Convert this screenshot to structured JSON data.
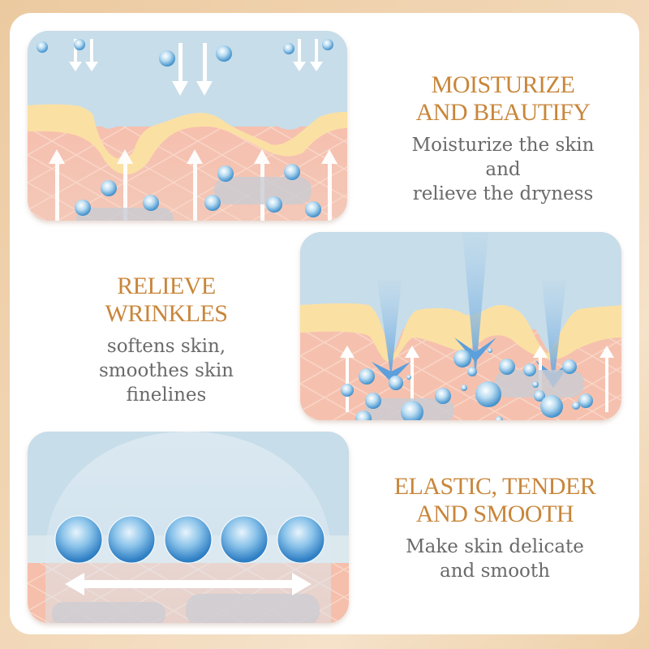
{
  "colors": {
    "background_beige": "#eccaa0",
    "card": "#ffffff",
    "title_gold": "#c8863a",
    "body_gray": "#6a6a6a",
    "water_blue": "#c5dce9",
    "oil_yellow": "#fbe1a6",
    "skin_pink": "#f5c2b0",
    "bubble_blue": "#5aa7d8"
  },
  "sections": [
    {
      "title_lines": [
        "MOISTURIZE",
        "AND BEAUTIFY"
      ],
      "desc_lines": [
        "Moisturize the skin",
        "and",
        "relieve the dryness"
      ],
      "illustration": "skin-layers-with-water-droplets-and-up-down-arrows"
    },
    {
      "title_lines": [
        "RELIEVE",
        "WRINKLES"
      ],
      "desc_lines": [
        "softens skin,",
        "smoothes skin",
        "finelines"
      ],
      "illustration": "skin-layers-with-blue-penetration-cones"
    },
    {
      "title_lines": [
        "ELASTIC, TENDER",
        "AND SMOOTH"
      ],
      "desc_lines": [
        "Make skin delicate",
        "and smooth"
      ],
      "illustration": "skin-layer-with-five-spheres-and-horizontal-arrow"
    }
  ]
}
